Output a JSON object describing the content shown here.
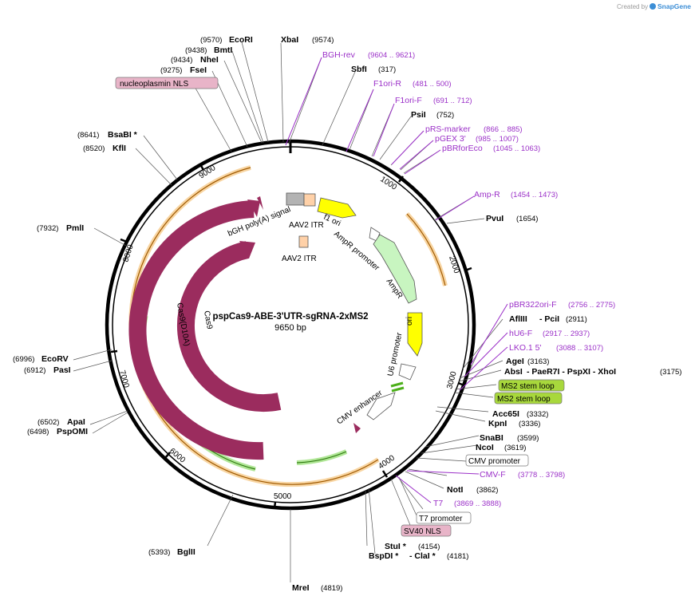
{
  "credit": {
    "prefix": "Created by",
    "brand": "SnapGene"
  },
  "plasmid": {
    "name": "pspCas9-ABE-3'UTR-sgRNA-2xMS2",
    "length": "9650 bp"
  },
  "ticks": [
    "1000",
    "2000",
    "3000",
    "4000",
    "5000",
    "6000",
    "7000",
    "8000",
    "9000"
  ],
  "sites": [
    {
      "pos": "(9570)",
      "name": "EcoRI"
    },
    {
      "pos": "(9438)",
      "name": "BmtI"
    },
    {
      "pos": "(9434)",
      "name": "NheI"
    },
    {
      "pos": "(9275)",
      "name": "FseI"
    },
    {
      "pos": "(8641)",
      "name": "BsaBI *"
    },
    {
      "pos": "(8520)",
      "name": "KflI"
    },
    {
      "pos": "(7932)",
      "name": "PmlI"
    },
    {
      "pos": "(6996)",
      "name": "EcoRV"
    },
    {
      "pos": "(6912)",
      "name": "PasI"
    },
    {
      "pos": "(6502)",
      "name": "ApaI"
    },
    {
      "pos": "(6498)",
      "name": "PspOMI"
    },
    {
      "pos": "(5393)",
      "name": "BglII"
    },
    {
      "pos": "(4819)",
      "name": "MreI"
    },
    {
      "name": "XbaI",
      "pos": "(9574)"
    },
    {
      "name": "SbfI",
      "pos": "(317)"
    },
    {
      "name": "PsiI",
      "pos": "(752)"
    },
    {
      "name": "PvuI",
      "pos": "(1654)"
    },
    {
      "name": "AflIII",
      "extra": "- PciI",
      "pos": "(2911)"
    },
    {
      "name": "AgeI",
      "pos": "(3163)"
    },
    {
      "name": "AbsI",
      "extra": "- PaeR7I - PspXI - XhoI",
      "pos": "(3175)"
    },
    {
      "name": "Acc65I",
      "pos": "(3332)"
    },
    {
      "name": "KpnI",
      "pos": "(3336)"
    },
    {
      "name": "SnaBI",
      "pos": "(3599)"
    },
    {
      "name": "NcoI",
      "pos": "(3619)"
    },
    {
      "name": "NotI",
      "pos": "(3862)"
    },
    {
      "name": "StuI *",
      "pos": "(4154)"
    },
    {
      "name": "BspDI *",
      "extra": "- ClaI *",
      "pos": "(4181)"
    }
  ],
  "primers": [
    {
      "name": "BGH-rev",
      "pos": "(9604 .. 9621)"
    },
    {
      "name": "F1ori-R",
      "pos": "(481 .. 500)"
    },
    {
      "name": "F1ori-F",
      "pos": "(691 .. 712)"
    },
    {
      "name": "pRS-marker",
      "pos": "(866 .. 885)"
    },
    {
      "name": "pGEX 3'",
      "pos": "(985 .. 1007)"
    },
    {
      "name": "pBRforEco",
      "pos": "(1045 .. 1063)"
    },
    {
      "name": "Amp-R",
      "pos": "(1454 .. 1473)"
    },
    {
      "name": "pBR322ori-F",
      "pos": "(2756 .. 2775)"
    },
    {
      "name": "hU6-F",
      "pos": "(2917 .. 2937)"
    },
    {
      "name": "LKO.1 5'",
      "pos": "(3088 .. 3107)"
    },
    {
      "name": "CMV-F",
      "pos": "(3778 .. 3798)"
    },
    {
      "name": "T7",
      "pos": "(3869 .. 3888)"
    }
  ],
  "boxed": [
    {
      "name": "nucleoplasmin NLS"
    },
    {
      "name": "MS2 stem loop"
    },
    {
      "name": "MS2 stem loop"
    },
    {
      "name": "CMV promoter"
    },
    {
      "name": "T7 promoter"
    },
    {
      "name": "SV40 NLS"
    }
  ],
  "features": {
    "bgh": "bGH poly(A) signal",
    "itr1": "AAV2 ITR",
    "itr2": "AAV2 ITR",
    "f1": "f1 ori",
    "ampr_prom": "AmpR promoter",
    "ampr": "AmpR",
    "ori": "ori",
    "u6": "U6 promoter",
    "cmv_enh": "CMV enhancer",
    "cas9d10a": "Cas9(D10A)",
    "cas9": "Cas9"
  },
  "colors": {
    "cas9": "#9b2c5e",
    "ampr": "#c8f5c0",
    "ori": "#ffff00",
    "f1": "#ffff00",
    "itr": "#ffd1a8",
    "bgh": "#b3b3b3",
    "orf": "#f5a623",
    "orf_green": "#4caf1a",
    "primer": "#9b30c8",
    "ms2_box": "#a8d83c",
    "nls_box": "#e8b4c8"
  }
}
